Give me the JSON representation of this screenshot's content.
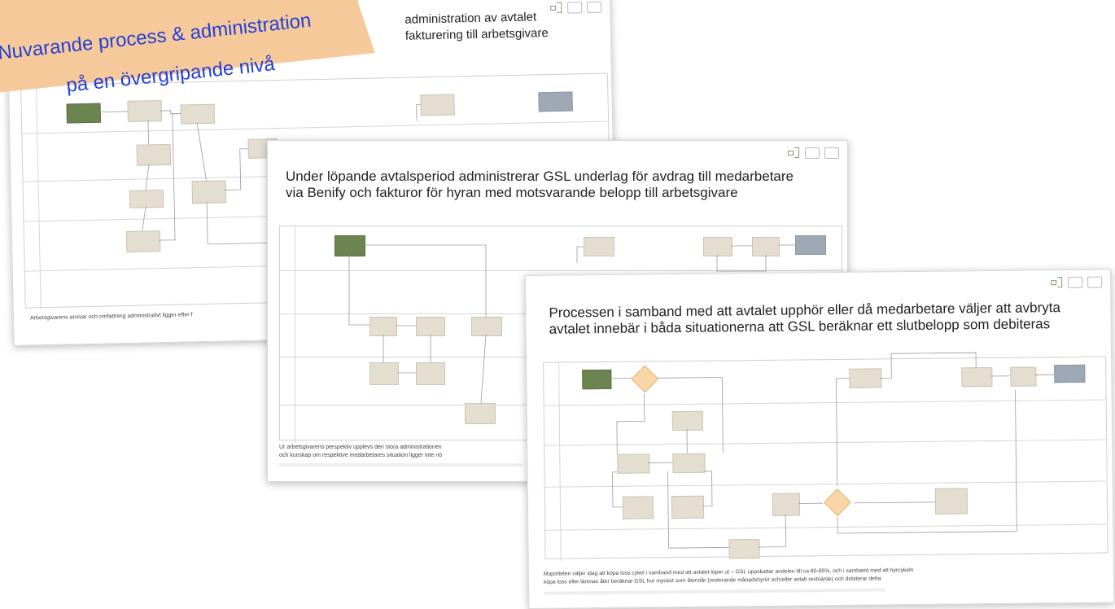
{
  "banner": {
    "line1": "Nuvarande process & administration",
    "line2": "på en övergripande nivå"
  },
  "slide1": {
    "title": "administration av avtalet\nfakturering till arbetsgivare",
    "footer": "Arbetsgivarens ansvar och omfattning administrativt ligger efter f"
  },
  "slide2": {
    "title": "Under löpande avtalsperiod administrerar GSL underlag för avdrag till medarbetare\nvia Benify och fakturor för hyran med motsvarande belopp till arbetsgivare",
    "footer": "Ur arbetsgivarens perspektiv upplevs den stora administrationen\noch kunskap om respektive medarbetares situation ligger inte nö"
  },
  "slide3": {
    "title": "Processen i samband med att avtalet upphör eller då medarbetare väljer att avbryta\navtalet innebär i båda situationerna att GSL beräknar ett slutbelopp som debiteras",
    "footer": "Majoriteten väljer idag att köpa loss cykel i samband med att avtalet löper ut – GSL uppskattar andelen till ca 80-85%, och i samband med att hyrcykeln\nköpa loss eller lämnas åter beräknar GSL hur mycket som återstår (resterande månadshyror och/eller avtalt restvärde) och debiterar detta"
  }
}
